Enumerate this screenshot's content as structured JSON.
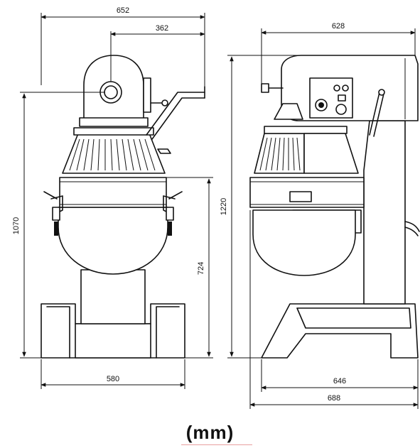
{
  "dimensions": {
    "front_overall_width": "652",
    "front_arm_offset": "362",
    "front_height": "1070",
    "front_bowl_height": "724",
    "front_base_width": "580",
    "side_top_width": "628",
    "side_height": "1220",
    "side_base_inner": "646",
    "side_base_outer": "688"
  },
  "units_label": "(mm)"
}
